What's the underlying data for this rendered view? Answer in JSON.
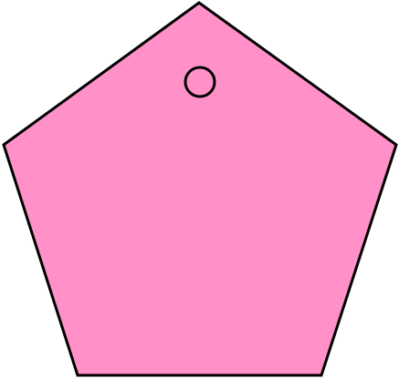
{
  "shape": {
    "kind": "pentagon",
    "fill_color": "#ff91c8",
    "stroke_color": "#000000"
  },
  "marker": {
    "kind": "circle",
    "fill_color": "none",
    "stroke_color": "#000000"
  }
}
